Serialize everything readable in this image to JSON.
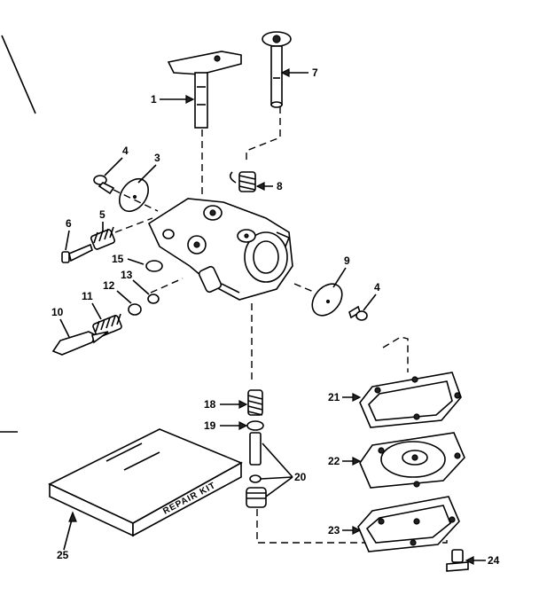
{
  "callouts": [
    {
      "id": "c1",
      "text": "1"
    },
    {
      "id": "c7",
      "text": "7"
    },
    {
      "id": "c4a",
      "text": "4"
    },
    {
      "id": "c3",
      "text": "3"
    },
    {
      "id": "c8",
      "text": "8"
    },
    {
      "id": "c6",
      "text": "6"
    },
    {
      "id": "c5",
      "text": "5"
    },
    {
      "id": "c15",
      "text": "15"
    },
    {
      "id": "c13",
      "text": "13"
    },
    {
      "id": "c12",
      "text": "12"
    },
    {
      "id": "c11",
      "text": "11"
    },
    {
      "id": "c10",
      "text": "10"
    },
    {
      "id": "c9",
      "text": "9"
    },
    {
      "id": "c4b",
      "text": "4"
    },
    {
      "id": "c18",
      "text": "18"
    },
    {
      "id": "c19",
      "text": "19"
    },
    {
      "id": "c20",
      "text": "20"
    },
    {
      "id": "c21",
      "text": "21"
    },
    {
      "id": "c22",
      "text": "22"
    },
    {
      "id": "c23",
      "text": "23"
    },
    {
      "id": "c24",
      "text": "24"
    },
    {
      "id": "c25",
      "text": "25"
    }
  ],
  "repair_kit_label": "REPAIR KIT"
}
